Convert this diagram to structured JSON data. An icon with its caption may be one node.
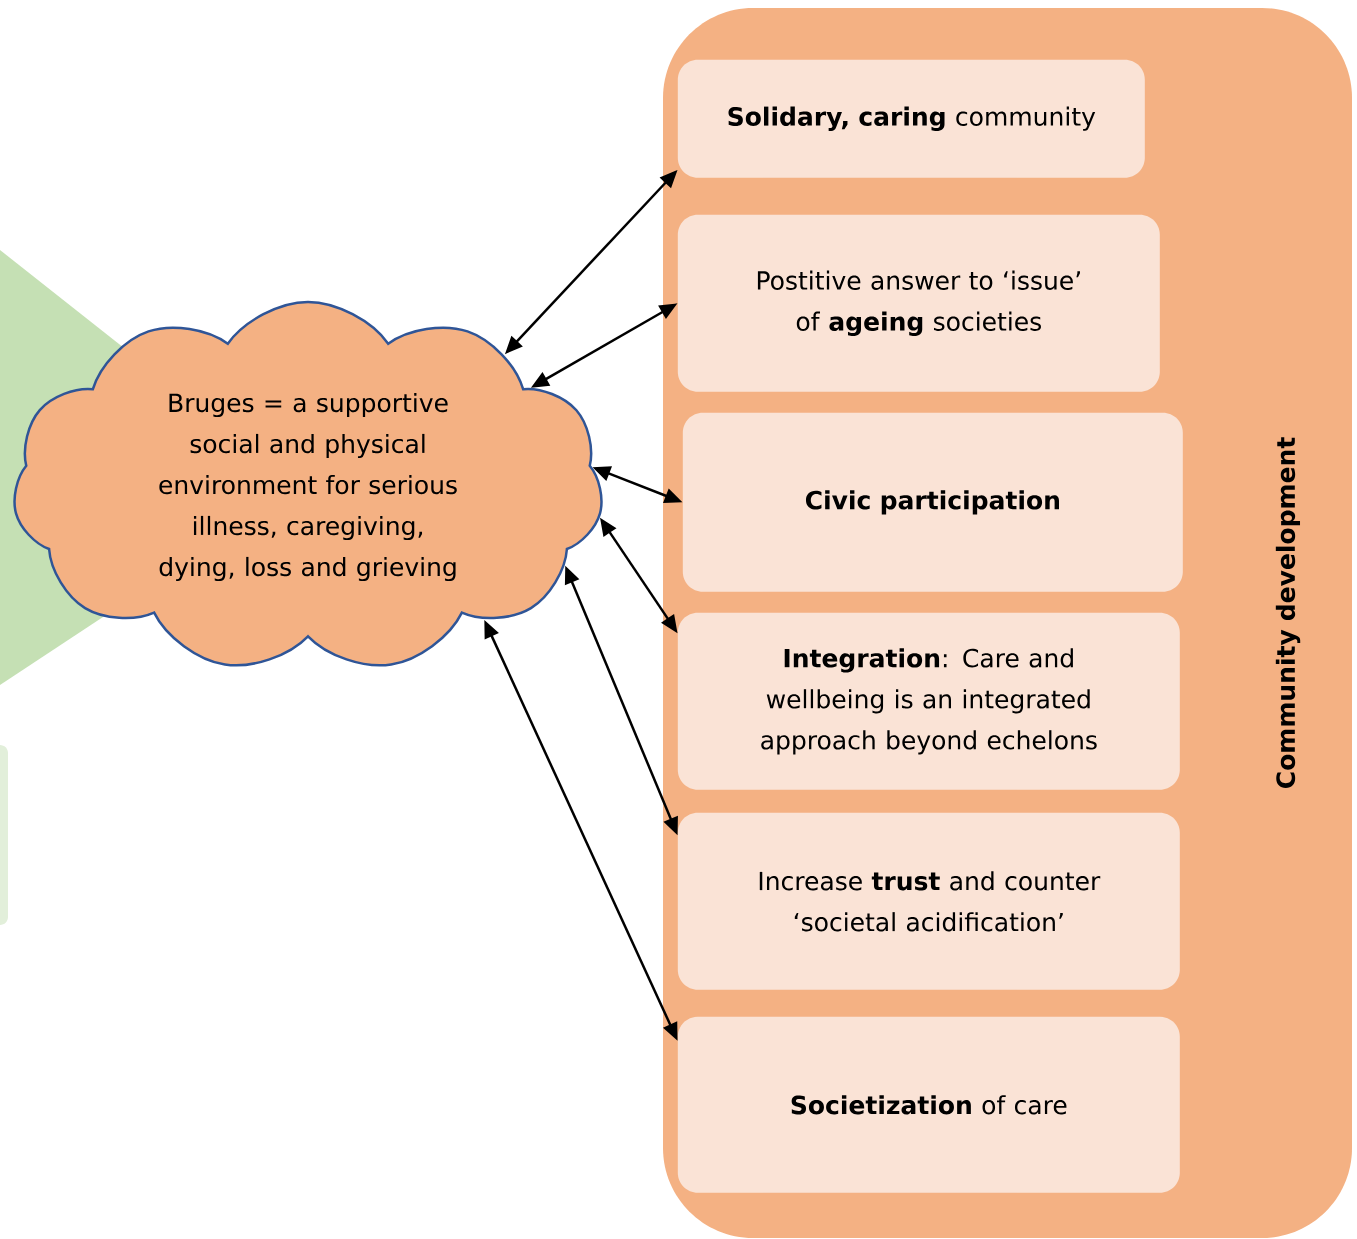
{
  "diagram": {
    "nodes": [
      {
        "text": [
          "Community development"
        ]
      },
      {
        "text": [
          "**Solidary, caring** community"
        ],
        "in": 0
      },
      {
        "text": [
          "Postitive answer to ‘issue’ of **ageing** societies"
        ],
        "in": 0
      },
      {
        "text": [
          "Civic participation"
        ],
        "in": 0
      },
      {
        "text": [
          "**Integration**: Care and wellbeing is an integrated approach beyond echelons"
        ],
        "in": 0
      },
      {
        "text": [
          "Increase **trust** and counter ‘societal acidification’"
        ],
        "in": 0
      },
      {
        "text": [
          "**Societization** of care"
        ],
        "in": 0
      },
      {
        "text": [
          "Bruges = a supportive social and physical environment for serious illness, caregiving, dying, loss and grieving"
        ]
      }
    ],
    "edges": [
      {
        "from": 7,
        "to": 1,
        "arrow": "both"
      },
      {
        "from": 7,
        "to": 2,
        "arrow": "both"
      },
      {
        "from": 7,
        "to": 3,
        "arrow": "both"
      },
      {
        "from": 7,
        "to": 4,
        "arrow": "both"
      },
      {
        "from": 7,
        "to": 5,
        "arrow": "both"
      },
      {
        "from": 7,
        "to": 6,
        "arrow": "both"
      }
    ]
  }
}
